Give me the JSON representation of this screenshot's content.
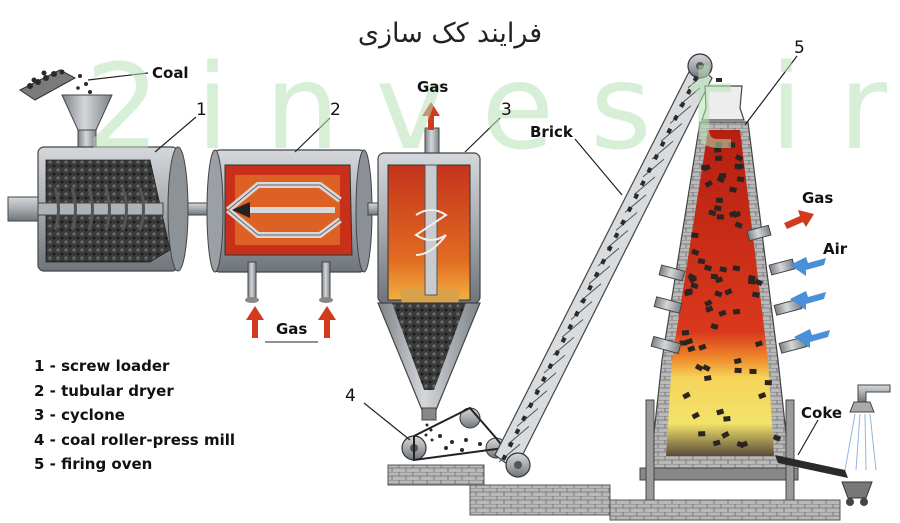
{
  "title": "فرایند کک سازی",
  "watermark": "2investir",
  "labels": {
    "coal": "Coal",
    "gas_top": "Gas",
    "gas_bottom": "Gas",
    "gas_right": "Gas",
    "air": "Air",
    "brick": "Brick",
    "coke": "Coke"
  },
  "numbers": [
    "1",
    "2",
    "3",
    "4",
    "5"
  ],
  "legend": [
    "1 - screw loader",
    "2 - tubular dryer",
    "3 - cyclone",
    "4 - coal roller-press mill",
    "5 - firing oven"
  ],
  "colors": {
    "steel": "#9ea3a8",
    "furnace_red": "#cc2a1a",
    "hot_orange": "#e8862a",
    "hot_yellow": "#f3df5a",
    "gas_arrow": "#d23a1e",
    "air_arrow": "#4a90d9",
    "brick": "#8f8f8f",
    "coal": "#2b2b2b"
  }
}
